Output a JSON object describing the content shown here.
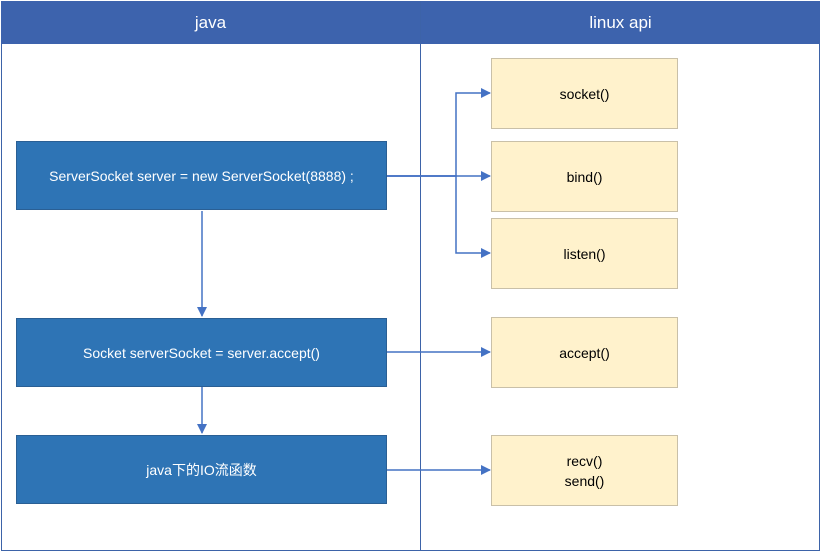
{
  "columns": {
    "left_header": "java",
    "right_header": "linux api"
  },
  "java_steps": [
    {
      "label": "ServerSocket server = new ServerSocket(8888) ;"
    },
    {
      "label": "Socket serverSocket = server.accept()"
    },
    {
      "label": "java下的IO流函数"
    }
  ],
  "linux_calls": [
    {
      "label": "socket()"
    },
    {
      "label": "bind()"
    },
    {
      "label": "listen()"
    },
    {
      "label": "accept()"
    },
    {
      "label": "recv()",
      "label2": "send()"
    }
  ],
  "colors": {
    "header": "#3d63ad",
    "java_box": "#2e74b5",
    "api_box": "#fff2cc",
    "connector": "#4472c4"
  }
}
